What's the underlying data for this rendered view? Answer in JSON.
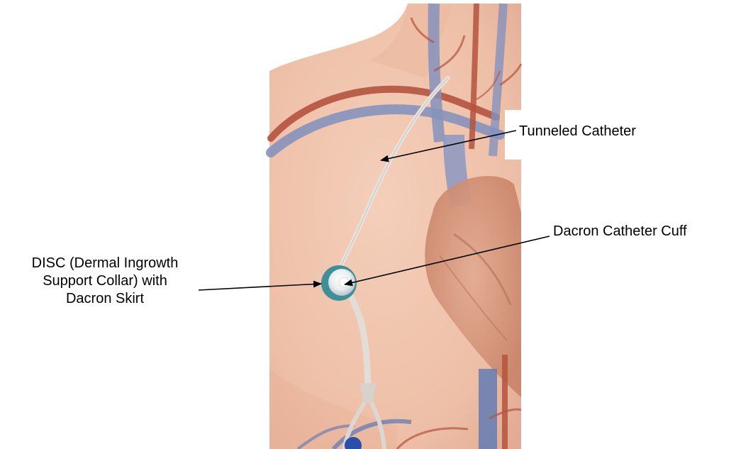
{
  "labels": {
    "tunneled_catheter": "Tunneled Catheter",
    "dacron_catheter_cuff": "Dacron Catheter Cuff",
    "disc_line1": "DISC (Dermal Ingrowth",
    "disc_line2": "Support Collar) with",
    "disc_line3": "Dacron Skirt"
  },
  "colors": {
    "skin": "#f2c9b3",
    "vein": "#7b89b5",
    "artery": "#b4533e",
    "heart": "#d89a80",
    "catheter": "#e6e1dc",
    "disc_ring": "#3f8f98",
    "arrow": "#000000"
  }
}
